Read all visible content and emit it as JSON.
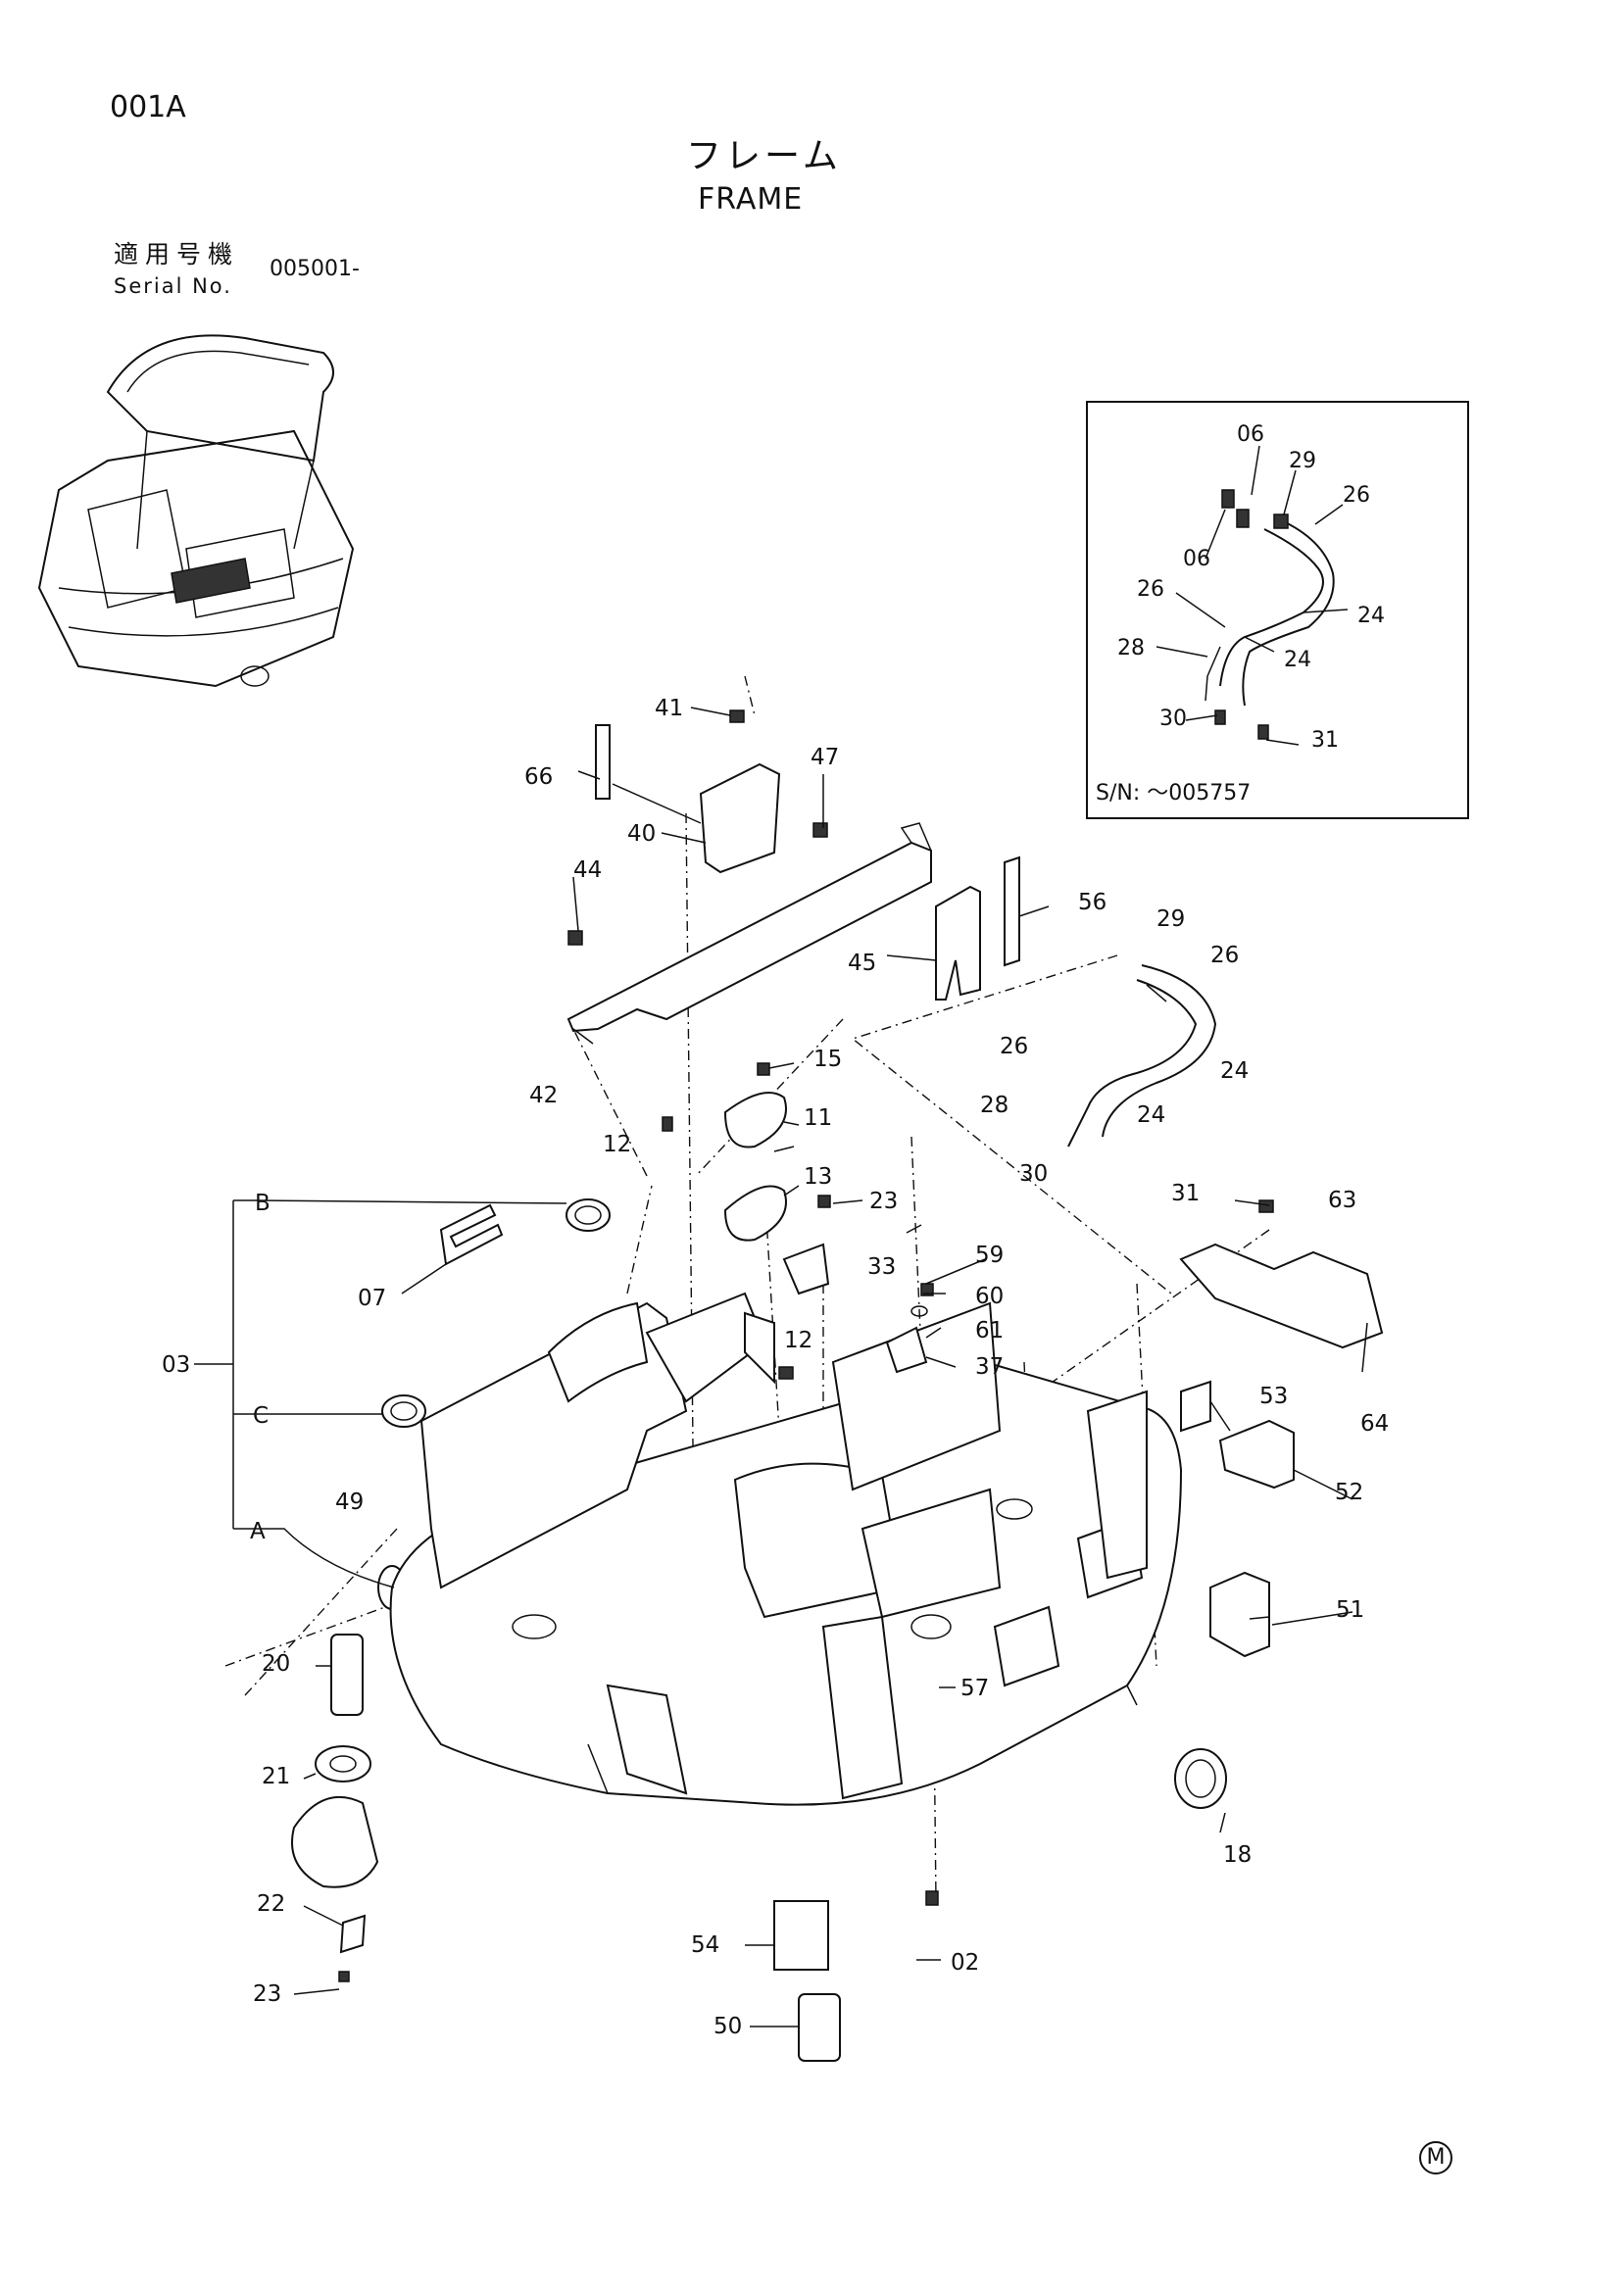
{
  "header": {
    "page_code": "001A",
    "title_jp": "フレーム",
    "title_en": "FRAME",
    "serial_label_jp": "適用号機",
    "serial_label_en": "Serial No.",
    "serial_number": "005001-"
  },
  "inset": {
    "serial_range": "S/N: ～005757",
    "callouts": [
      "06",
      "29",
      "26",
      "06",
      "24",
      "26",
      "24",
      "28",
      "30",
      "31"
    ]
  },
  "callouts": [
    "41",
    "47",
    "66",
    "40",
    "44",
    "56",
    "45",
    "42",
    "15",
    "29",
    "26",
    "24",
    "26",
    "24",
    "28",
    "11",
    "12",
    "13",
    "23",
    "30",
    "31",
    "63",
    "B",
    "33",
    "59",
    "60",
    "07",
    "61",
    "03",
    "12",
    "37",
    "C",
    "53",
    "64",
    "52",
    "49",
    "A",
    "51",
    "20",
    "57",
    "21",
    "18",
    "22",
    "54",
    "02",
    "23",
    "50"
  ],
  "footer_mark": "M"
}
